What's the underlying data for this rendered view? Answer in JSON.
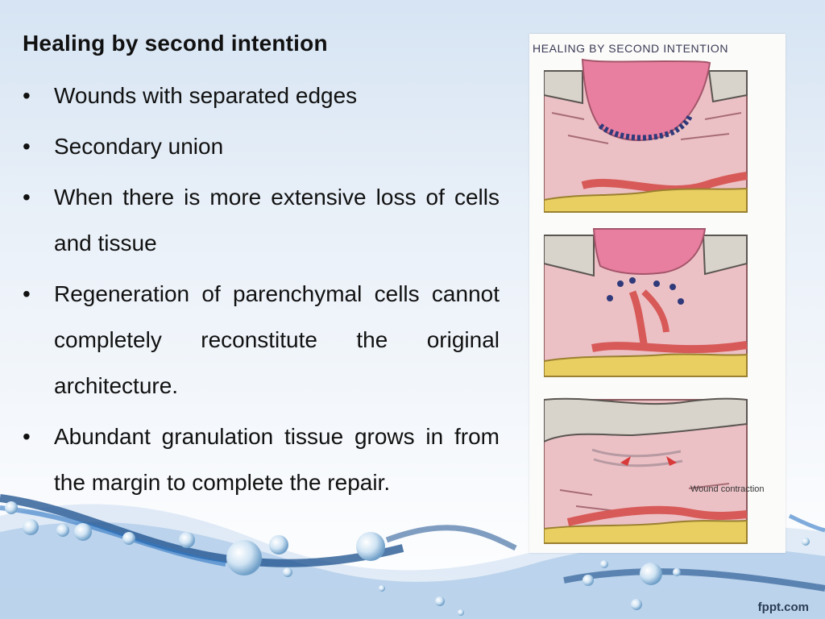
{
  "slide": {
    "title": "Healing by second intention",
    "bullets": [
      "Wounds with separated edges",
      "Secondary  union",
      "When there is more extensive loss of cells and tissue",
      "Regeneration of parenchymal cells cannot completely reconstitute the original architecture.",
      "Abundant granulation tissue grows in from the margin to complete the repair."
    ]
  },
  "figure": {
    "title": "HEALING BY SECOND INTENTION",
    "label_contraction": "Wound contraction"
  },
  "footer": {
    "brand": "fppt.com"
  },
  "colors": {
    "dermis": "#ecc1c6",
    "scab": "#e87fa0",
    "fat": "#e9cf61",
    "vessel": "#d75a58",
    "accent_text": "#111111"
  },
  "icons": [
    "water-drop-icon",
    "wave-decoration"
  ]
}
